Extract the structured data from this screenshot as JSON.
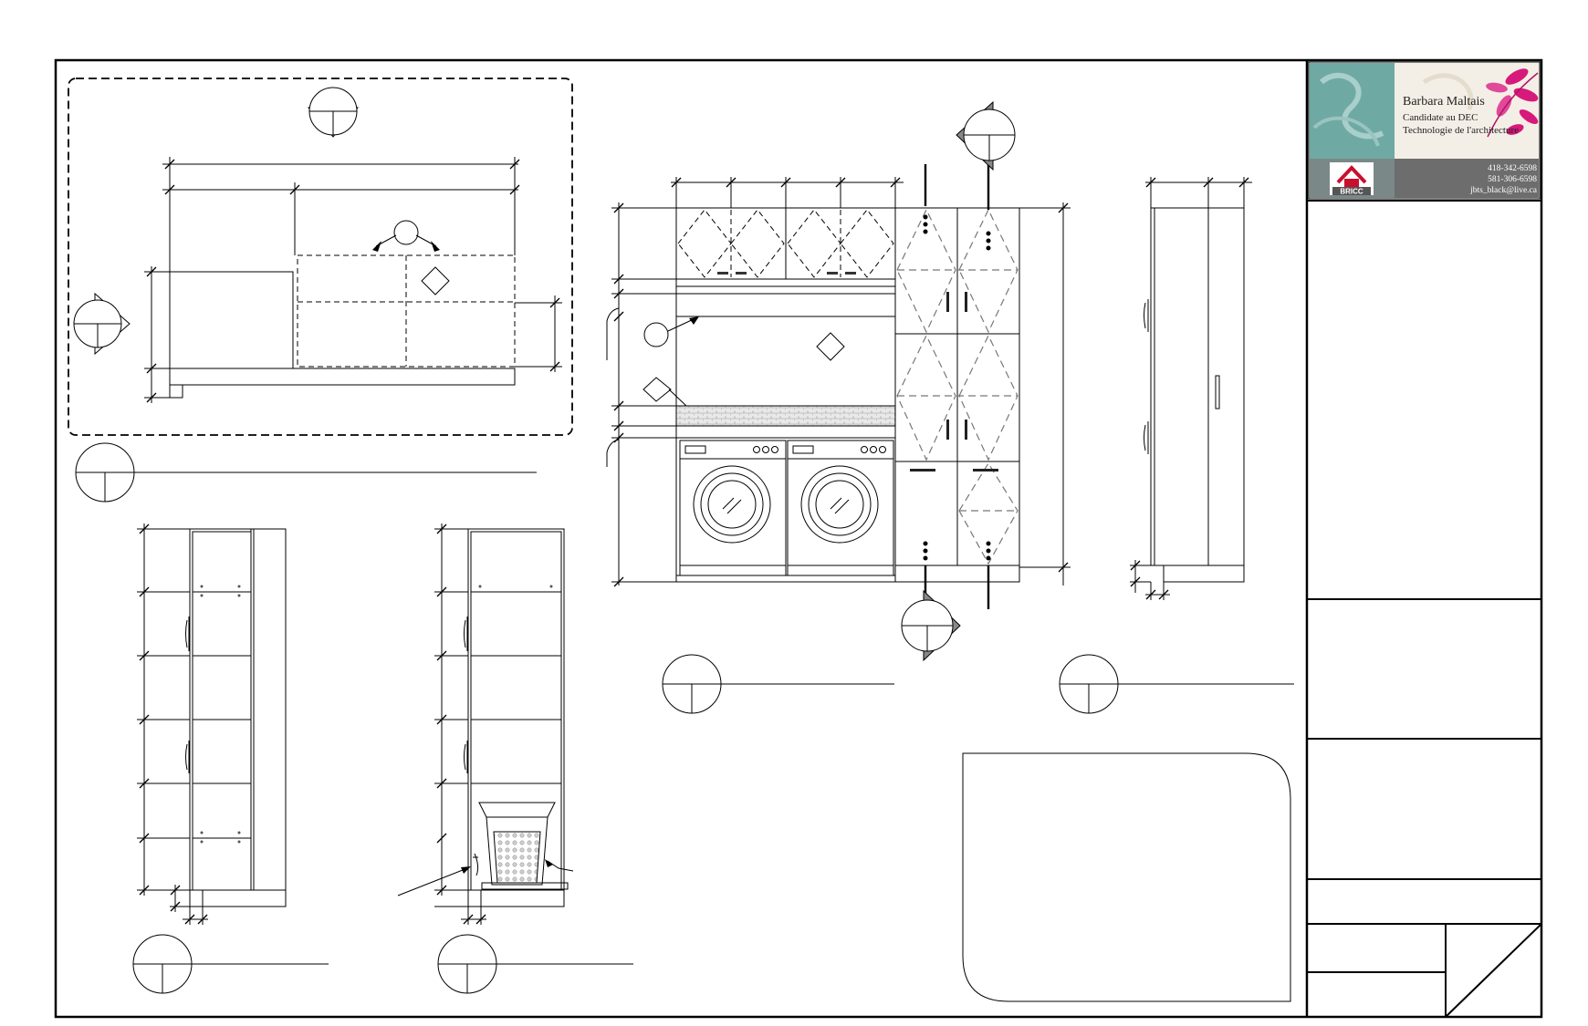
{
  "title_block": {
    "name": "Barbara Maltais",
    "line1": "Candidate au DEC",
    "line2": "Technologie de l'architecture",
    "phone1": "418-342-6598",
    "phone2": "581-306-6598",
    "email": "jbts_black@live.ca",
    "logo": "BRICC"
  },
  "colors": {
    "banner_teal": "#6fa9a3",
    "banner_grey": "#6d6d6d",
    "flower_magenta": "#d6197a",
    "logo_red": "#c8102e"
  }
}
